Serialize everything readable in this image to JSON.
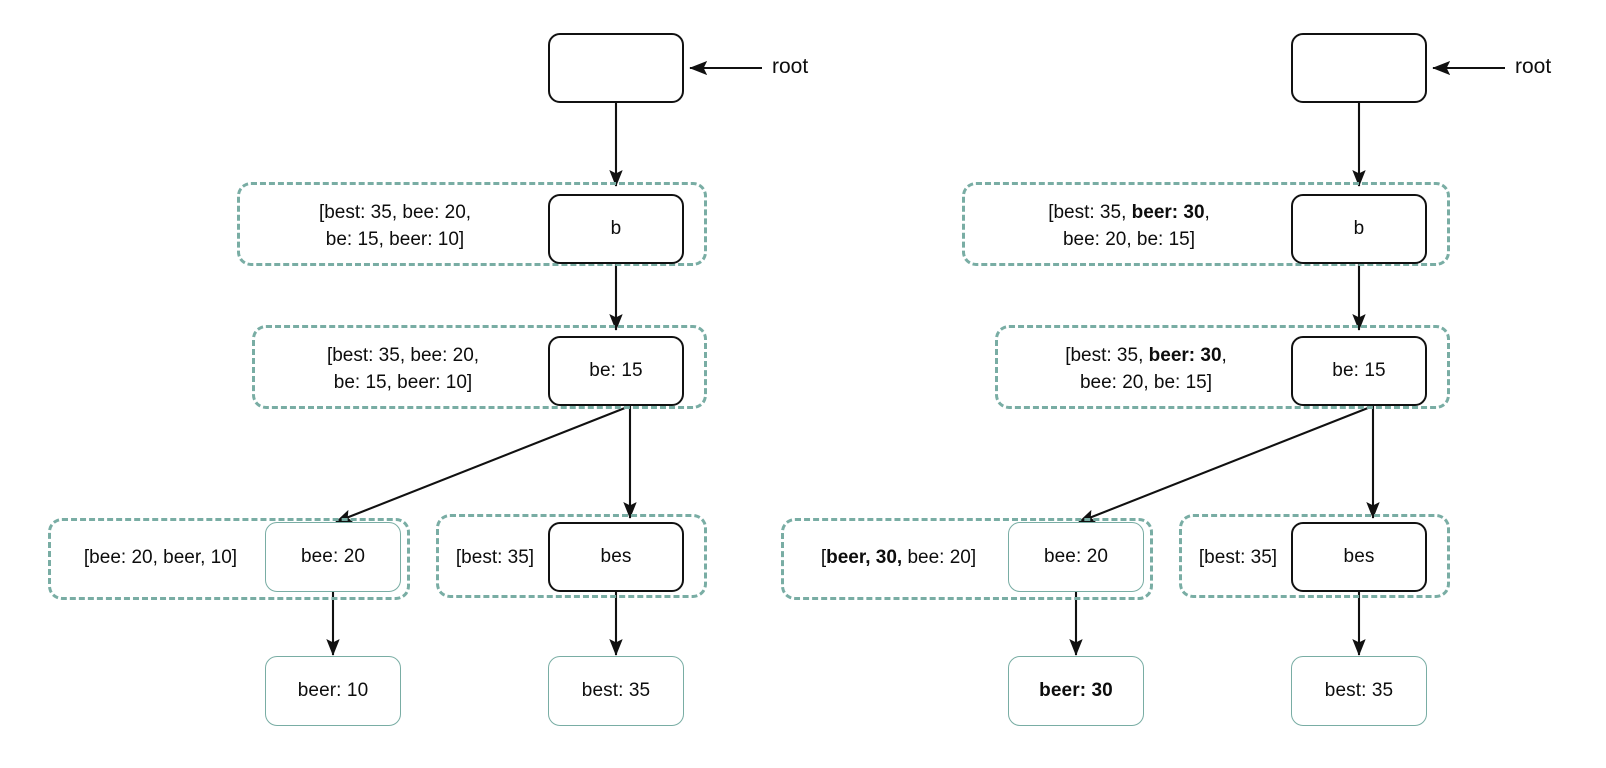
{
  "diagram": {
    "title": "Trie with best-completion caches, before and after inserting beer: 30",
    "colors": {
      "teal": "#79ada4",
      "black": "#111111",
      "background": "#ffffff"
    },
    "panels": [
      {
        "id": "left",
        "root_label": "root",
        "nodes": [
          {
            "id": "root",
            "label": "",
            "style": "black",
            "bold": false
          },
          {
            "id": "b",
            "label": "b",
            "style": "black",
            "bold": false
          },
          {
            "id": "be",
            "label": "be: 15",
            "style": "black",
            "bold": false
          },
          {
            "id": "bee",
            "label": "bee: 20",
            "style": "teal",
            "bold": false
          },
          {
            "id": "bes",
            "label": "bes",
            "style": "black",
            "bold": false
          },
          {
            "id": "beer",
            "label": "beer: 10",
            "style": "teal",
            "bold": false
          },
          {
            "id": "best",
            "label": "best: 35",
            "style": "teal",
            "bold": false
          }
        ],
        "annotations": [
          {
            "id": "ann-b",
            "segments": [
              {
                "text": "[best: 35, bee: 20,\nbe: 15, beer: 10]",
                "bold": false
              }
            ]
          },
          {
            "id": "ann-be",
            "segments": [
              {
                "text": "[best: 35, bee: 20,\nbe: 15, beer: 10]",
                "bold": false
              }
            ]
          },
          {
            "id": "ann-bee",
            "segments": [
              {
                "text": "[bee: 20, beer, 10]",
                "bold": false
              }
            ]
          },
          {
            "id": "ann-bes",
            "segments": [
              {
                "text": "[best: 35]",
                "bold": false
              }
            ]
          }
        ]
      },
      {
        "id": "right",
        "root_label": "root",
        "nodes": [
          {
            "id": "root",
            "label": "",
            "style": "black",
            "bold": false
          },
          {
            "id": "b",
            "label": "b",
            "style": "black",
            "bold": false
          },
          {
            "id": "be",
            "label": "be: 15",
            "style": "black",
            "bold": false
          },
          {
            "id": "bee",
            "label": "bee: 20",
            "style": "teal",
            "bold": false
          },
          {
            "id": "bes",
            "label": "bes",
            "style": "black",
            "bold": false
          },
          {
            "id": "beer",
            "label": "beer: 30",
            "style": "teal",
            "bold": true
          },
          {
            "id": "best",
            "label": "best: 35",
            "style": "teal",
            "bold": false
          }
        ],
        "annotations": [
          {
            "id": "ann-b",
            "segments": [
              {
                "text": "[best: 35, ",
                "bold": false
              },
              {
                "text": "beer: 30",
                "bold": true
              },
              {
                "text": ",\nbee: 20, be: 15]",
                "bold": false
              }
            ]
          },
          {
            "id": "ann-be",
            "segments": [
              {
                "text": "[best: 35, ",
                "bold": false
              },
              {
                "text": "beer: 30",
                "bold": true
              },
              {
                "text": ",\nbee: 20, be: 15]",
                "bold": false
              }
            ]
          },
          {
            "id": "ann-bee",
            "segments": [
              {
                "text": "[",
                "bold": false
              },
              {
                "text": "beer, 30,",
                "bold": true
              },
              {
                "text": " bee: 20]",
                "bold": false
              }
            ]
          },
          {
            "id": "ann-bes",
            "segments": [
              {
                "text": "[best: 35]",
                "bold": false
              }
            ]
          }
        ]
      }
    ]
  }
}
